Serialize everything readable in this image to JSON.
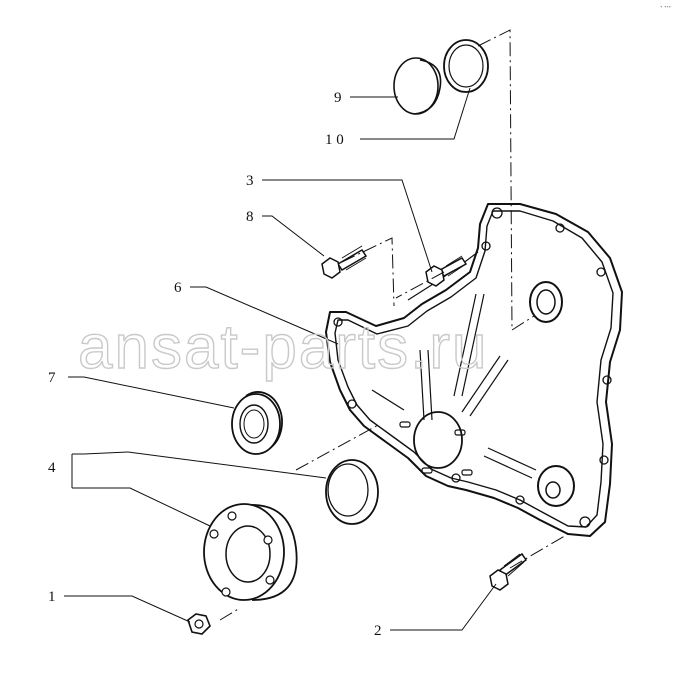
{
  "diagram": {
    "watermark": "ansat-parts.ru",
    "corner_mark": "ᐩ ᐩᐩᐩ",
    "callouts": [
      {
        "id": "c1",
        "label": "1"
      },
      {
        "id": "c2",
        "label": "2"
      },
      {
        "id": "c3",
        "label": "3"
      },
      {
        "id": "c4",
        "label": "4"
      },
      {
        "id": "c6",
        "label": "6"
      },
      {
        "id": "c7",
        "label": "7"
      },
      {
        "id": "c8",
        "label": "8"
      },
      {
        "id": "c9",
        "label": "9"
      },
      {
        "id": "c10",
        "label": "1 0"
      }
    ]
  }
}
